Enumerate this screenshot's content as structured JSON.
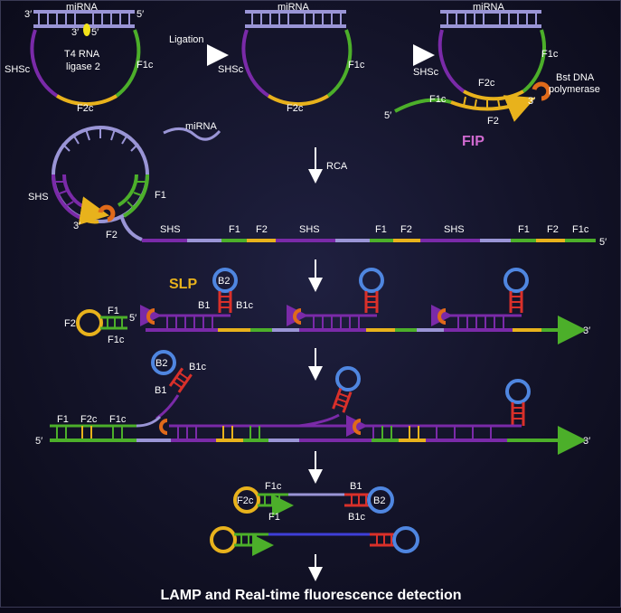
{
  "panel1": {
    "mirna": "miRNA",
    "end3": "3′",
    "end5": "5′",
    "inner3": "3′",
    "inner5": "5′",
    "ligase_line1": "T4 RNA",
    "ligase_line2": "ligase 2",
    "shsc": "SHSc",
    "f1c": "F1c",
    "f2c": "F2c"
  },
  "ligation_label": "Ligation",
  "panel2": {
    "mirna": "miRNA",
    "shsc": "SHSc",
    "f1c": "F1c",
    "f2c": "F2c"
  },
  "panel3": {
    "mirna": "miRNA",
    "shsc": "SHSc",
    "f1c": "F1c",
    "f2c": "F2c",
    "primer_f1c": "F1c",
    "primer_f2": "F2",
    "end5": "5′",
    "end3": "3′",
    "bst_line1": "Bst DNA",
    "bst_line2": "polymerase",
    "fip": "FIP"
  },
  "panel4": {
    "mirna": "miRNA",
    "shs": "SHS",
    "f1": "F1",
    "f2": "F2",
    "end3": "3′",
    "rca": "RCA",
    "strand_labels": [
      "SHS",
      "F1",
      "F2",
      "SHS",
      "F1",
      "F2",
      "SHS",
      "F1",
      "F2",
      "F1c"
    ],
    "end5": "5′"
  },
  "panel5": {
    "slp": "SLP",
    "b2": "B2",
    "b1": "B1",
    "b1c": "B1c",
    "f1": "F1",
    "f2": "F2",
    "f1c": "F1c",
    "end5": "5′",
    "end3": "3′"
  },
  "panel6": {
    "b2": "B2",
    "b1c": "B1c",
    "b1": "B1",
    "f1": "F1",
    "f2c": "F2c",
    "f1c": "F1c",
    "end5": "5′",
    "end3": "3′"
  },
  "panel7": {
    "f1c": "F1c",
    "f2c": "F2c",
    "f1": "F1",
    "b1": "B1",
    "b2": "B2",
    "b1c": "B1c"
  },
  "footer": "LAMP and Real-time fluorescence detection",
  "colors": {
    "purple": "#7a2aa8",
    "green": "#4caf2a",
    "yellow": "#e8b21c",
    "lavender": "#9a95d6",
    "red": "#d9302a",
    "blue": "#4f86e0",
    "orange": "#e06a1a"
  }
}
